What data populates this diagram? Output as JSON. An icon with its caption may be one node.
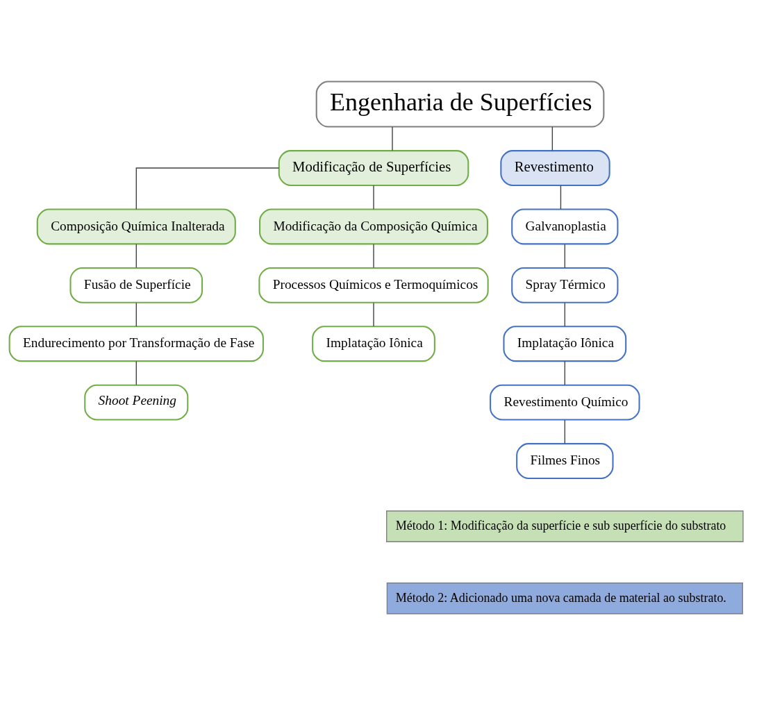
{
  "diagram": {
    "nodes": [
      {
        "text": [
          "Engenharia de Superfícies"
        ]
      },
      {
        "text": [
          "Modificação de Superfícies"
        ]
      },
      {
        "text": [
          "Revestimento"
        ]
      },
      {
        "text": [
          "Composição Química Inalterada"
        ]
      },
      {
        "text": [
          "Modificação da Composição Química"
        ]
      },
      {
        "text": [
          "Fusão de Superfície"
        ]
      },
      {
        "text": [
          "Endurecimento por Transformação de Fase"
        ]
      },
      {
        "text": [
          "Shoot Peening"
        ]
      },
      {
        "text": [
          "Processos Químicos e Termoquímicos"
        ]
      },
      {
        "text": [
          "Implatação Iônica"
        ]
      },
      {
        "text": [
          "Galvanoplastia"
        ]
      },
      {
        "text": [
          "Spray Térmico"
        ]
      },
      {
        "text": [
          "Implatação Iônica"
        ]
      },
      {
        "text": [
          "Revestimento Químico"
        ]
      },
      {
        "text": [
          "Filmes Finos"
        ]
      }
    ],
    "edges": [
      {
        "from": 0,
        "to": 1,
        "arrow": "none"
      },
      {
        "from": 0,
        "to": 2,
        "arrow": "none"
      },
      {
        "from": 1,
        "to": 3,
        "arrow": "none"
      },
      {
        "from": 1,
        "to": 4,
        "arrow": "none"
      },
      {
        "from": 3,
        "to": 5,
        "arrow": "none"
      },
      {
        "from": 5,
        "to": 6,
        "arrow": "none"
      },
      {
        "from": 6,
        "to": 7,
        "arrow": "none"
      },
      {
        "from": 4,
        "to": 8,
        "arrow": "none"
      },
      {
        "from": 8,
        "to": 9,
        "arrow": "none"
      },
      {
        "from": 2,
        "to": 10,
        "arrow": "none"
      },
      {
        "from": 10,
        "to": 11,
        "arrow": "none"
      },
      {
        "from": 11,
        "to": 12,
        "arrow": "none"
      },
      {
        "from": 12,
        "to": 13,
        "arrow": "none"
      },
      {
        "from": 13,
        "to": 14,
        "arrow": "none"
      }
    ],
    "legend": [
      {
        "text": "Método 1: Modificação da superfície e sub superfície do substrato",
        "color": "#c5e0b4"
      },
      {
        "text": "Método 2: Adicionado uma nova camada de material ao substrato.",
        "color": "#8faadc"
      }
    ]
  }
}
